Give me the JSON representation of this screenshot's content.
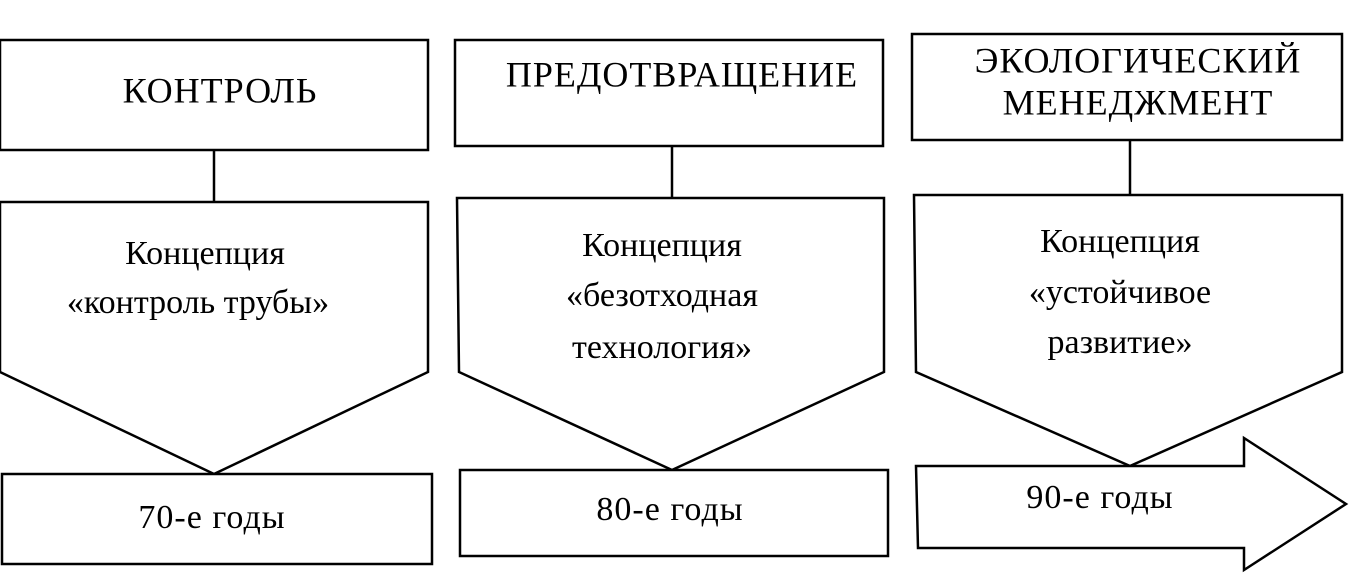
{
  "stages": [
    {
      "title_lines": [
        "КОНТРОЛЬ"
      ],
      "concept_lines": [
        "Концепция",
        "«контроль трубы»"
      ],
      "period": "70-е годы"
    },
    {
      "title_lines": [
        "ПРЕДОТВРАЩЕНИЕ"
      ],
      "concept_lines": [
        "Концепция",
        "«безотходная",
        "технология»"
      ],
      "period": "80-е годы"
    },
    {
      "title_lines": [
        "ЭКОЛОГИЧЕСКИЙ",
        "МЕНЕДЖМЕНТ"
      ],
      "concept_lines": [
        "Концепция",
        "«устойчивое",
        "развитие»"
      ],
      "period": "90-е годы"
    }
  ]
}
